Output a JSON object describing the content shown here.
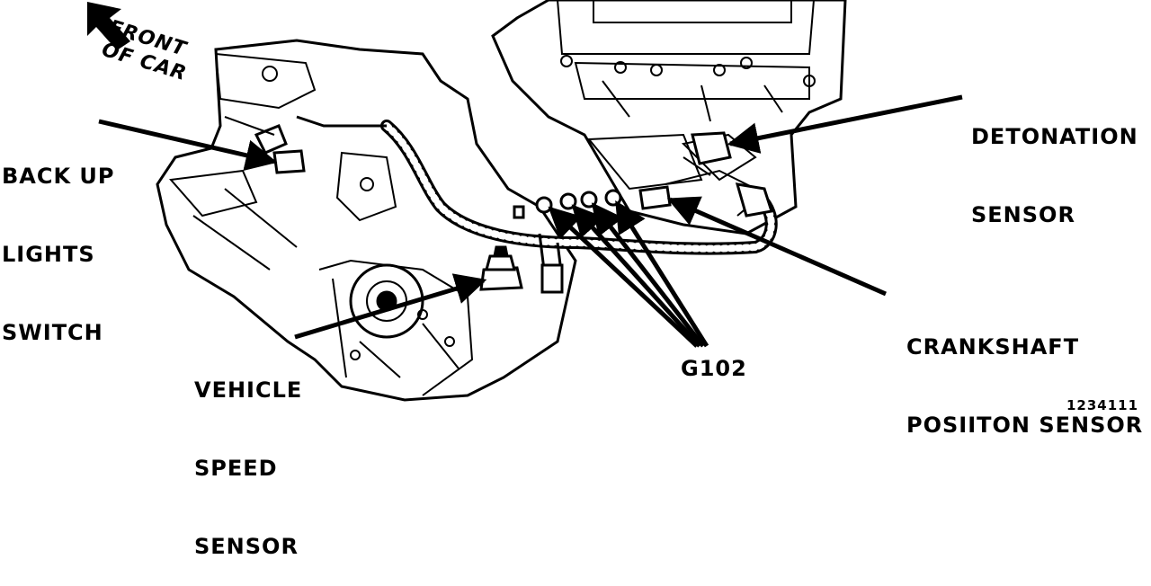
{
  "labels": {
    "front_line1": "FRONT",
    "front_line2": "OF CAR",
    "backup_line1": "BACK UP",
    "backup_line2": "LIGHTS",
    "backup_line3": "SWITCH",
    "detonation_line1": "DETONATION",
    "detonation_line2": "SENSOR",
    "crankshaft_line1": "CRANKSHAFT",
    "crankshaft_line2": "POSIITON SENSOR",
    "vss_line1": "VEHICLE",
    "vss_line2": "SPEED",
    "vss_line3": "SENSOR",
    "ground": "G102",
    "figure_number": "1234111"
  }
}
